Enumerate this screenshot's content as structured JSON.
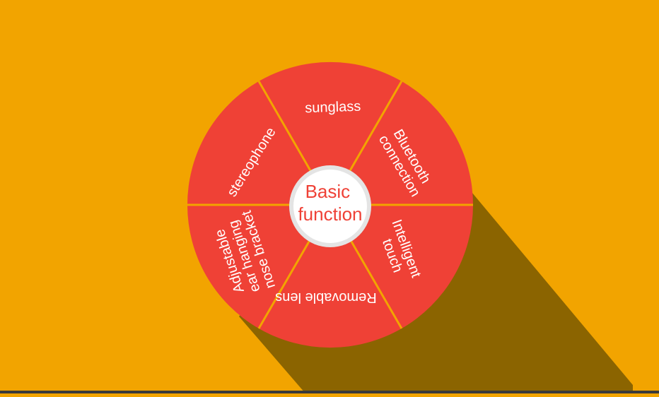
{
  "colors": {
    "background": "#F2A400",
    "shadow": "#8B6400",
    "wedge": "#EF4136",
    "divider": "#F2A400",
    "center_fill": "#FFFFFF",
    "center_text": "#EF4136",
    "label": "#FFFFFF"
  },
  "center": {
    "line1": "Basic",
    "line2": "function"
  },
  "segments": [
    {
      "lines": [
        "sunglass"
      ]
    },
    {
      "lines": [
        "Bluetooth",
        "connection"
      ]
    },
    {
      "lines": [
        "Intelligent",
        "touch"
      ]
    },
    {
      "lines": [
        "Removable lens"
      ]
    },
    {
      "lines": [
        "Adjustable",
        "ear hanging",
        "nose bracket"
      ]
    },
    {
      "lines": [
        "stereophone"
      ]
    }
  ]
}
